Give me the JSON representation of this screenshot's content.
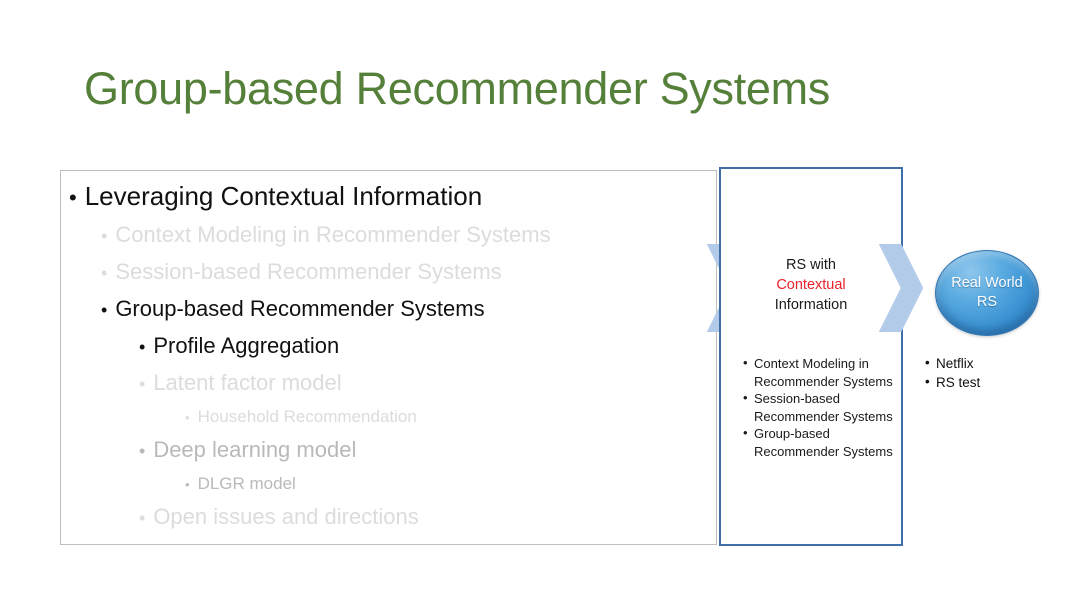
{
  "slide": {
    "title": "Group-based Recommender Systems",
    "title_color": "#55803a",
    "background": "#ffffff"
  },
  "outline": {
    "box_border_color": "#bfbfbf",
    "items": [
      {
        "level": 1,
        "bullet": "•",
        "text": "Leveraging Contextual Information",
        "tone": "dark"
      },
      {
        "level": 2,
        "bullet": "•",
        "text": "Context Modeling in Recommender Systems",
        "tone": "faint"
      },
      {
        "level": 2,
        "bullet": "•",
        "text": "Session-based Recommender Systems",
        "tone": "faint"
      },
      {
        "level": 2,
        "bullet": "•",
        "text": "Group-based Recommender Systems",
        "tone": "dark"
      },
      {
        "level": 3,
        "bullet": "•",
        "text": "Profile Aggregation",
        "tone": "dark"
      },
      {
        "level": 3,
        "bullet": "•",
        "text": "Latent factor model",
        "tone": "faint"
      },
      {
        "level": 5,
        "bullet": "•",
        "text": "Household  Recommendation",
        "tone": "faint"
      },
      {
        "level": 3,
        "bullet": "•",
        "text": "Deep learning model",
        "tone": "mid"
      },
      {
        "level": 5,
        "bullet": "•",
        "text": "DLGR model",
        "tone": "mid"
      },
      {
        "level": 3,
        "bullet": "•",
        "text": "Open issues and directions",
        "tone": "faint"
      }
    ]
  },
  "process": {
    "box_border_color": "#3e6fa8",
    "heading": {
      "line1": "RS with",
      "accent": "Contextual",
      "line3": "Information",
      "accent_color": "#e8212b"
    },
    "items": [
      {
        "bullet": "•",
        "text": "Context Modeling in Recommender Systems"
      },
      {
        "bullet": "•",
        "text": "Session-based Recommender Systems"
      },
      {
        "bullet": "•",
        "text": "Group-based Recommender Systems"
      }
    ],
    "chevron_color": "#b2cbe8"
  },
  "outcome": {
    "circle_label": "Real World\nRS",
    "circle_color": "#3d94d4",
    "items": [
      {
        "bullet": "•",
        "text": "Netflix"
      },
      {
        "bullet": "•",
        "text": "RS test"
      }
    ]
  }
}
